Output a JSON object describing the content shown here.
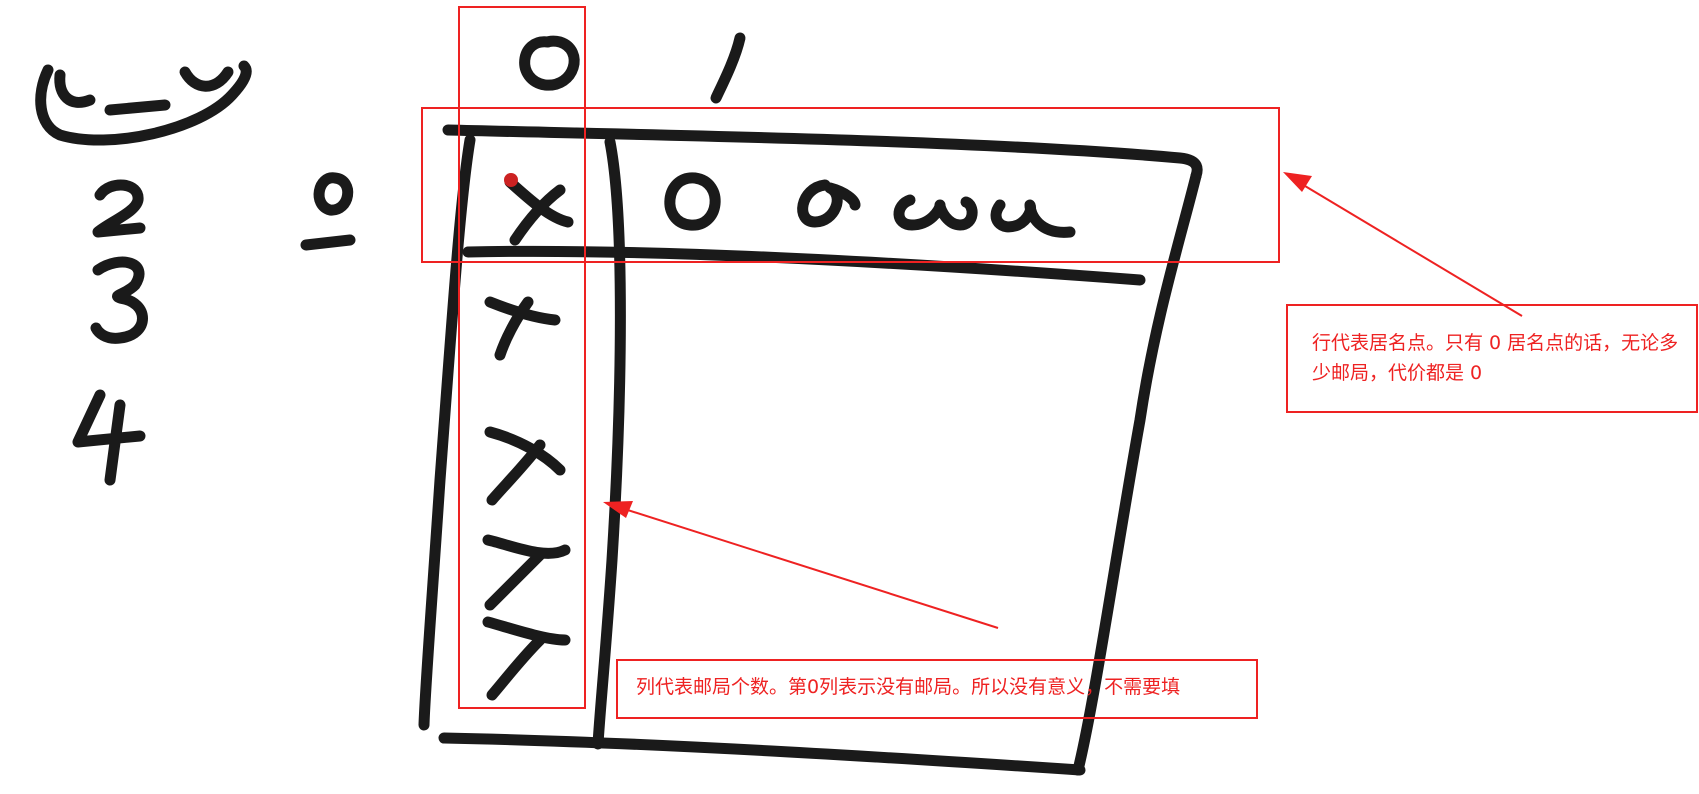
{
  "diagram": {
    "column_header_0": "0",
    "row_header_0": "0",
    "annotations": {
      "row_note": "行代表居名点。只有 0 居名点的话，无论多少邮局，代价都是 0",
      "column_note": "列代表邮局个数。第0列表示没有邮局。所以没有意义，不需要填"
    },
    "colors": {
      "ink": "#1a1a1a",
      "annotation": "#ee2222"
    }
  }
}
